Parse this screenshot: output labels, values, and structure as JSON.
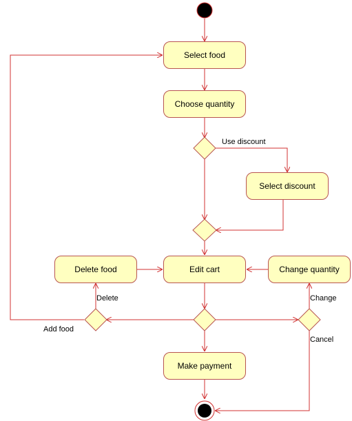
{
  "colors": {
    "stroke": "#b85450",
    "fill": "#ffffc0",
    "start": "#000000",
    "edge": "#d03030"
  },
  "actions": {
    "select_food": "Select food",
    "choose_quantity": "Choose quantity",
    "select_discount": "Select discount",
    "delete_food": "Delete food",
    "edit_cart": "Edit cart",
    "change_quantity": "Change quantity",
    "make_payment": "Make payment"
  },
  "edge_labels": {
    "use_discount": "Use discount",
    "delete": "Delete",
    "add_food": "Add food",
    "change": "Change",
    "cancel": "Cancel"
  }
}
